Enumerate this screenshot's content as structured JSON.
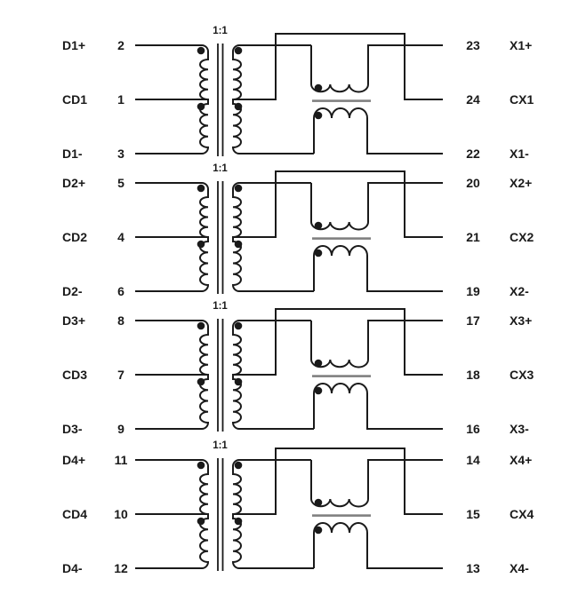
{
  "diagram": {
    "type": "schematic",
    "turns_ratio_label": "1:1",
    "colors": {
      "background": "#ffffff",
      "line": "#1a1a1a",
      "core_bar": "#808080",
      "text": "#1a1a1a"
    },
    "sections": [
      {
        "left_pins": [
          {
            "label": "D1+",
            "pin": "2"
          },
          {
            "label": "CD1",
            "pin": "1"
          },
          {
            "label": "D1-",
            "pin": "3"
          }
        ],
        "right_pins": [
          {
            "pin": "23",
            "label": "X1+"
          },
          {
            "pin": "24",
            "label": "CX1"
          },
          {
            "pin": "22",
            "label": "X1-"
          }
        ]
      },
      {
        "left_pins": [
          {
            "label": "D2+",
            "pin": "5"
          },
          {
            "label": "CD2",
            "pin": "4"
          },
          {
            "label": "D2-",
            "pin": "6"
          }
        ],
        "right_pins": [
          {
            "pin": "20",
            "label": "X2+"
          },
          {
            "pin": "21",
            "label": "CX2"
          },
          {
            "pin": "19",
            "label": "X2-"
          }
        ]
      },
      {
        "left_pins": [
          {
            "label": "D3+",
            "pin": "8"
          },
          {
            "label": "CD3",
            "pin": "7"
          },
          {
            "label": "D3-",
            "pin": "9"
          }
        ],
        "right_pins": [
          {
            "pin": "17",
            "label": "X3+"
          },
          {
            "pin": "18",
            "label": "CX3"
          },
          {
            "pin": "16",
            "label": "X3-"
          }
        ]
      },
      {
        "left_pins": [
          {
            "label": "D4+",
            "pin": "11"
          },
          {
            "label": "CD4",
            "pin": "10"
          },
          {
            "label": "D4-",
            "pin": "12"
          }
        ],
        "right_pins": [
          {
            "pin": "14",
            "label": "X4+"
          },
          {
            "pin": "15",
            "label": "CX4"
          },
          {
            "pin": "13",
            "label": "X4-"
          }
        ]
      }
    ]
  }
}
